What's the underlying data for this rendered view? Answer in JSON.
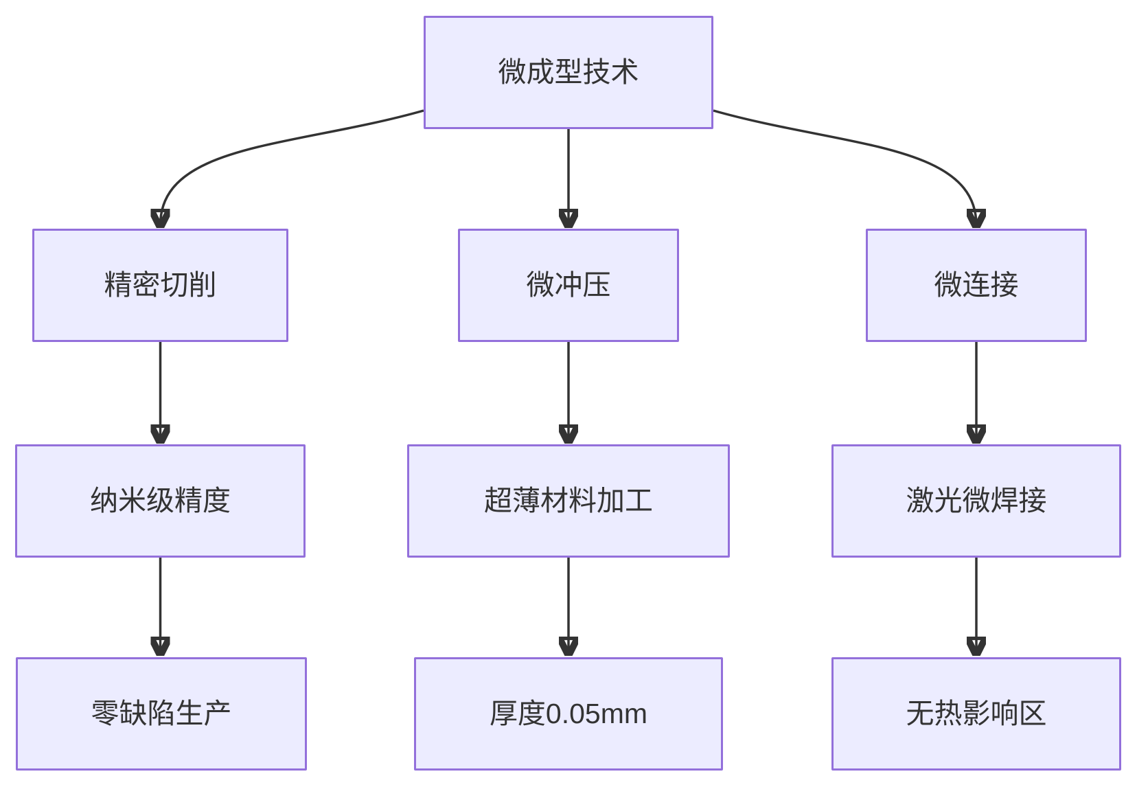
{
  "diagram": {
    "type": "flowchart",
    "direction": "top-down",
    "colors": {
      "background": "#ffffff",
      "node_fill": "#ECECFF",
      "node_border": "#9370DB",
      "edge": "#333333",
      "text": "#333333"
    },
    "nodes": [
      {
        "id": "micro-forming-tech",
        "label": "微成型技术"
      },
      {
        "id": "precision-cutting",
        "label": "精密切削"
      },
      {
        "id": "micro-stamping",
        "label": "微冲压"
      },
      {
        "id": "micro-joining",
        "label": "微连接"
      },
      {
        "id": "nano-precision",
        "label": "纳米级精度"
      },
      {
        "id": "ultrathin-material",
        "label": "超薄材料加工"
      },
      {
        "id": "laser-micro-welding",
        "label": "激光微焊接"
      },
      {
        "id": "zero-defect",
        "label": "零缺陷生产"
      },
      {
        "id": "thickness-005mm",
        "label": "厚度0.05mm"
      },
      {
        "id": "no-heat-affected-zone",
        "label": "无热影响区"
      }
    ],
    "edges": [
      {
        "from": "微成型技术",
        "to": "精密切削"
      },
      {
        "from": "微成型技术",
        "to": "微冲压"
      },
      {
        "from": "微成型技术",
        "to": "微连接"
      },
      {
        "from": "精密切削",
        "to": "纳米级精度"
      },
      {
        "from": "微冲压",
        "to": "超薄材料加工"
      },
      {
        "from": "微连接",
        "to": "激光微焊接"
      },
      {
        "from": "纳米级精度",
        "to": "零缺陷生产"
      },
      {
        "from": "超薄材料加工",
        "to": "厚度0.05mm"
      },
      {
        "from": "激光微焊接",
        "to": "无热影响区"
      }
    ]
  }
}
